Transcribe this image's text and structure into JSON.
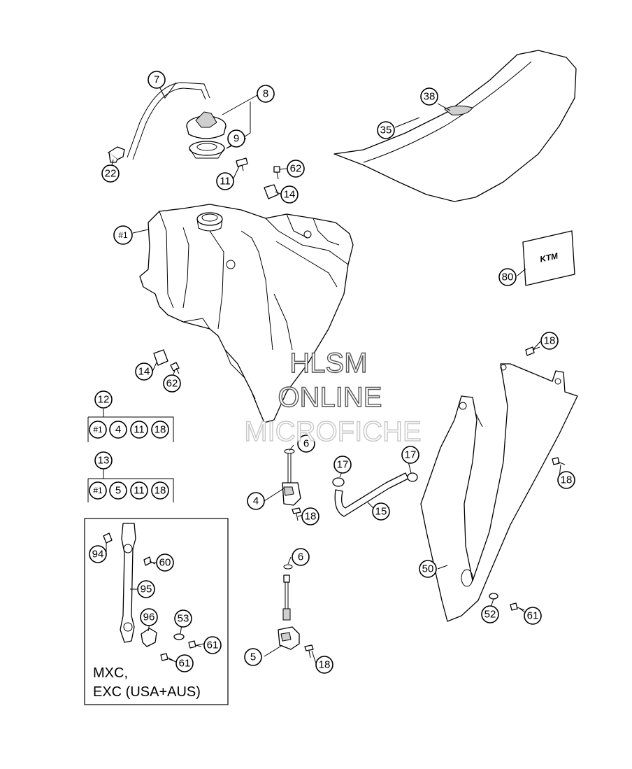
{
  "callouts": {
    "c7": "7",
    "c8": "8",
    "c9": "9",
    "c22": "22",
    "c11": "11",
    "c62a": "62",
    "c14a": "14",
    "c1": "#1",
    "c38": "38",
    "c35": "35",
    "c80": "80",
    "c14b": "14",
    "c62b": "62",
    "c18a": "18",
    "c18b": "18",
    "c6a": "6",
    "c4": "4",
    "c18c": "18",
    "c17a": "17",
    "c17b": "17",
    "c15": "15",
    "c50": "50",
    "c52": "52",
    "c61a": "61",
    "c94": "94",
    "c60": "60",
    "c95": "95",
    "c96": "96",
    "c53": "53",
    "c61b": "61",
    "c61c": "61",
    "c6b": "6",
    "c5": "5",
    "c18d": "18"
  },
  "kits": {
    "k12": {
      "label": "12",
      "items": [
        "#1",
        "4",
        "11",
        "18"
      ]
    },
    "k13": {
      "label": "13",
      "items": [
        "#1",
        "5",
        "11",
        "18"
      ]
    }
  },
  "variant": {
    "line1": "MXC,",
    "line2": "EXC (USA+AUS)"
  },
  "seat_logo": "KTM",
  "watermark": {
    "line1": "HLSM",
    "line2": "ONLINE",
    "line3": "MICROFICHE"
  }
}
